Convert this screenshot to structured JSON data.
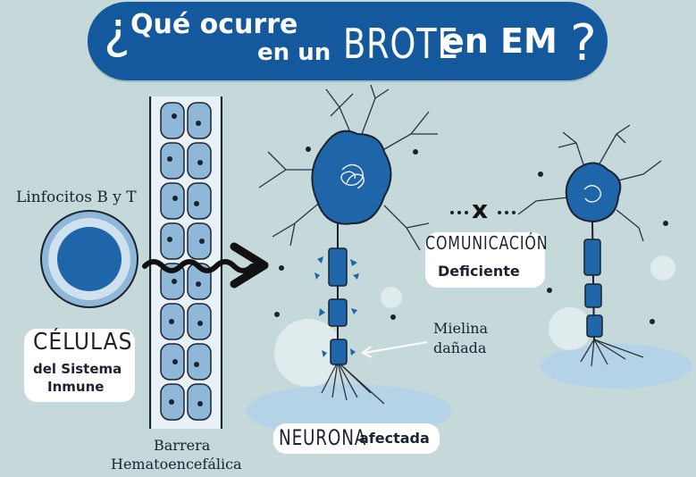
{
  "title": {
    "open_mark": "¿",
    "line1": "Qué ocurre",
    "line2": "en un",
    "brote": "BROTE",
    "em": "en EM",
    "close_mark": "?"
  },
  "cells": {
    "lymphocytes_label": "Linfocitos B y T",
    "celulas_title": "CÉLULAS",
    "celulas_line2": "del Sistema",
    "celulas_line3": "Inmune"
  },
  "barrier": {
    "line1": "Barrera",
    "line2": "Hematoencefálica"
  },
  "communication": {
    "x_mark": "x",
    "title": "COMUNICACIÓN",
    "subtitle": "Deficiente"
  },
  "myelin": {
    "line1": "Mielina",
    "line2": "dañada"
  },
  "neuron": {
    "title": "NEURONA",
    "subtitle": "afectada"
  },
  "colors": {
    "background": "#c5d9db",
    "banner": "#14599e",
    "neuron_blue": "#1e65aa",
    "light_blue": "#8fb7d8",
    "ink": "#1c2230"
  }
}
